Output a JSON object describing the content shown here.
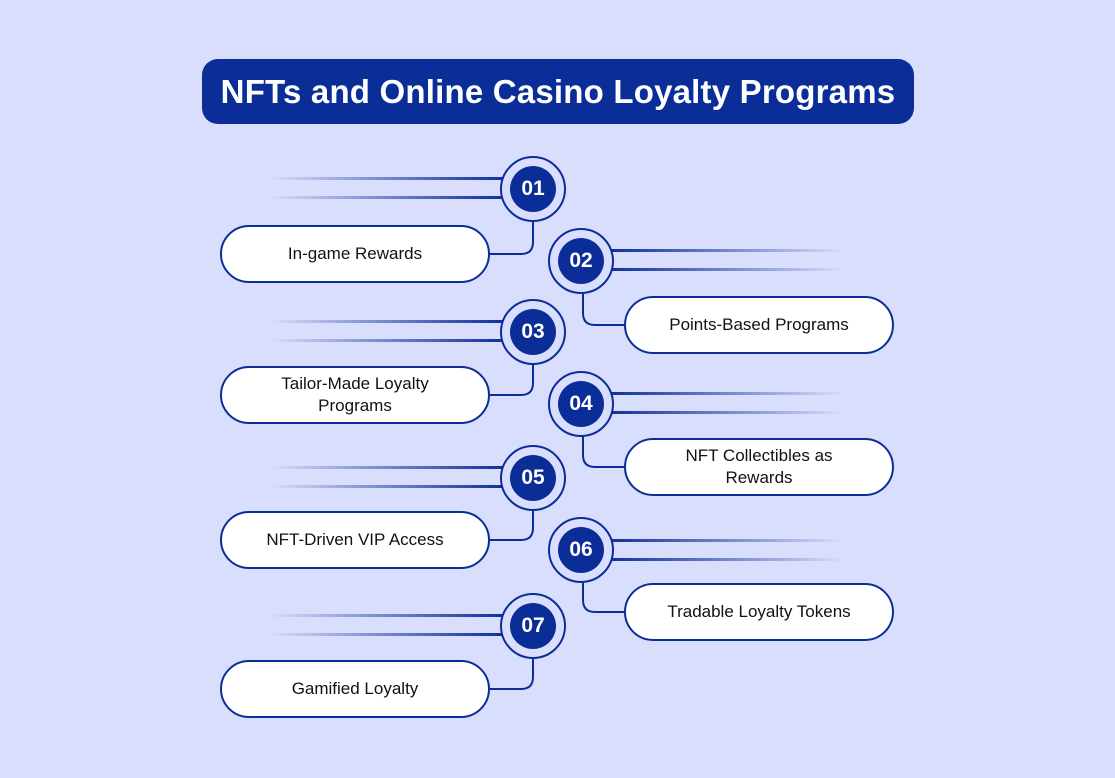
{
  "title": "NFTs and Online Casino Loyalty Programs",
  "colors": {
    "background": "#DADEFD",
    "accent": "#0B2D98",
    "pill_fill": "#FFFFFF"
  },
  "steps": [
    {
      "number": "01",
      "label": "In-game Rewards"
    },
    {
      "number": "02",
      "label": "Points-Based Programs"
    },
    {
      "number": "03",
      "label": "Tailor-Made Loyalty Programs"
    },
    {
      "number": "04",
      "label": "NFT Collectibles as Rewards"
    },
    {
      "number": "05",
      "label": "NFT-Driven VIP Access"
    },
    {
      "number": "06",
      "label": "Tradable Loyalty Tokens"
    },
    {
      "number": "07",
      "label": "Gamified Loyalty"
    }
  ]
}
